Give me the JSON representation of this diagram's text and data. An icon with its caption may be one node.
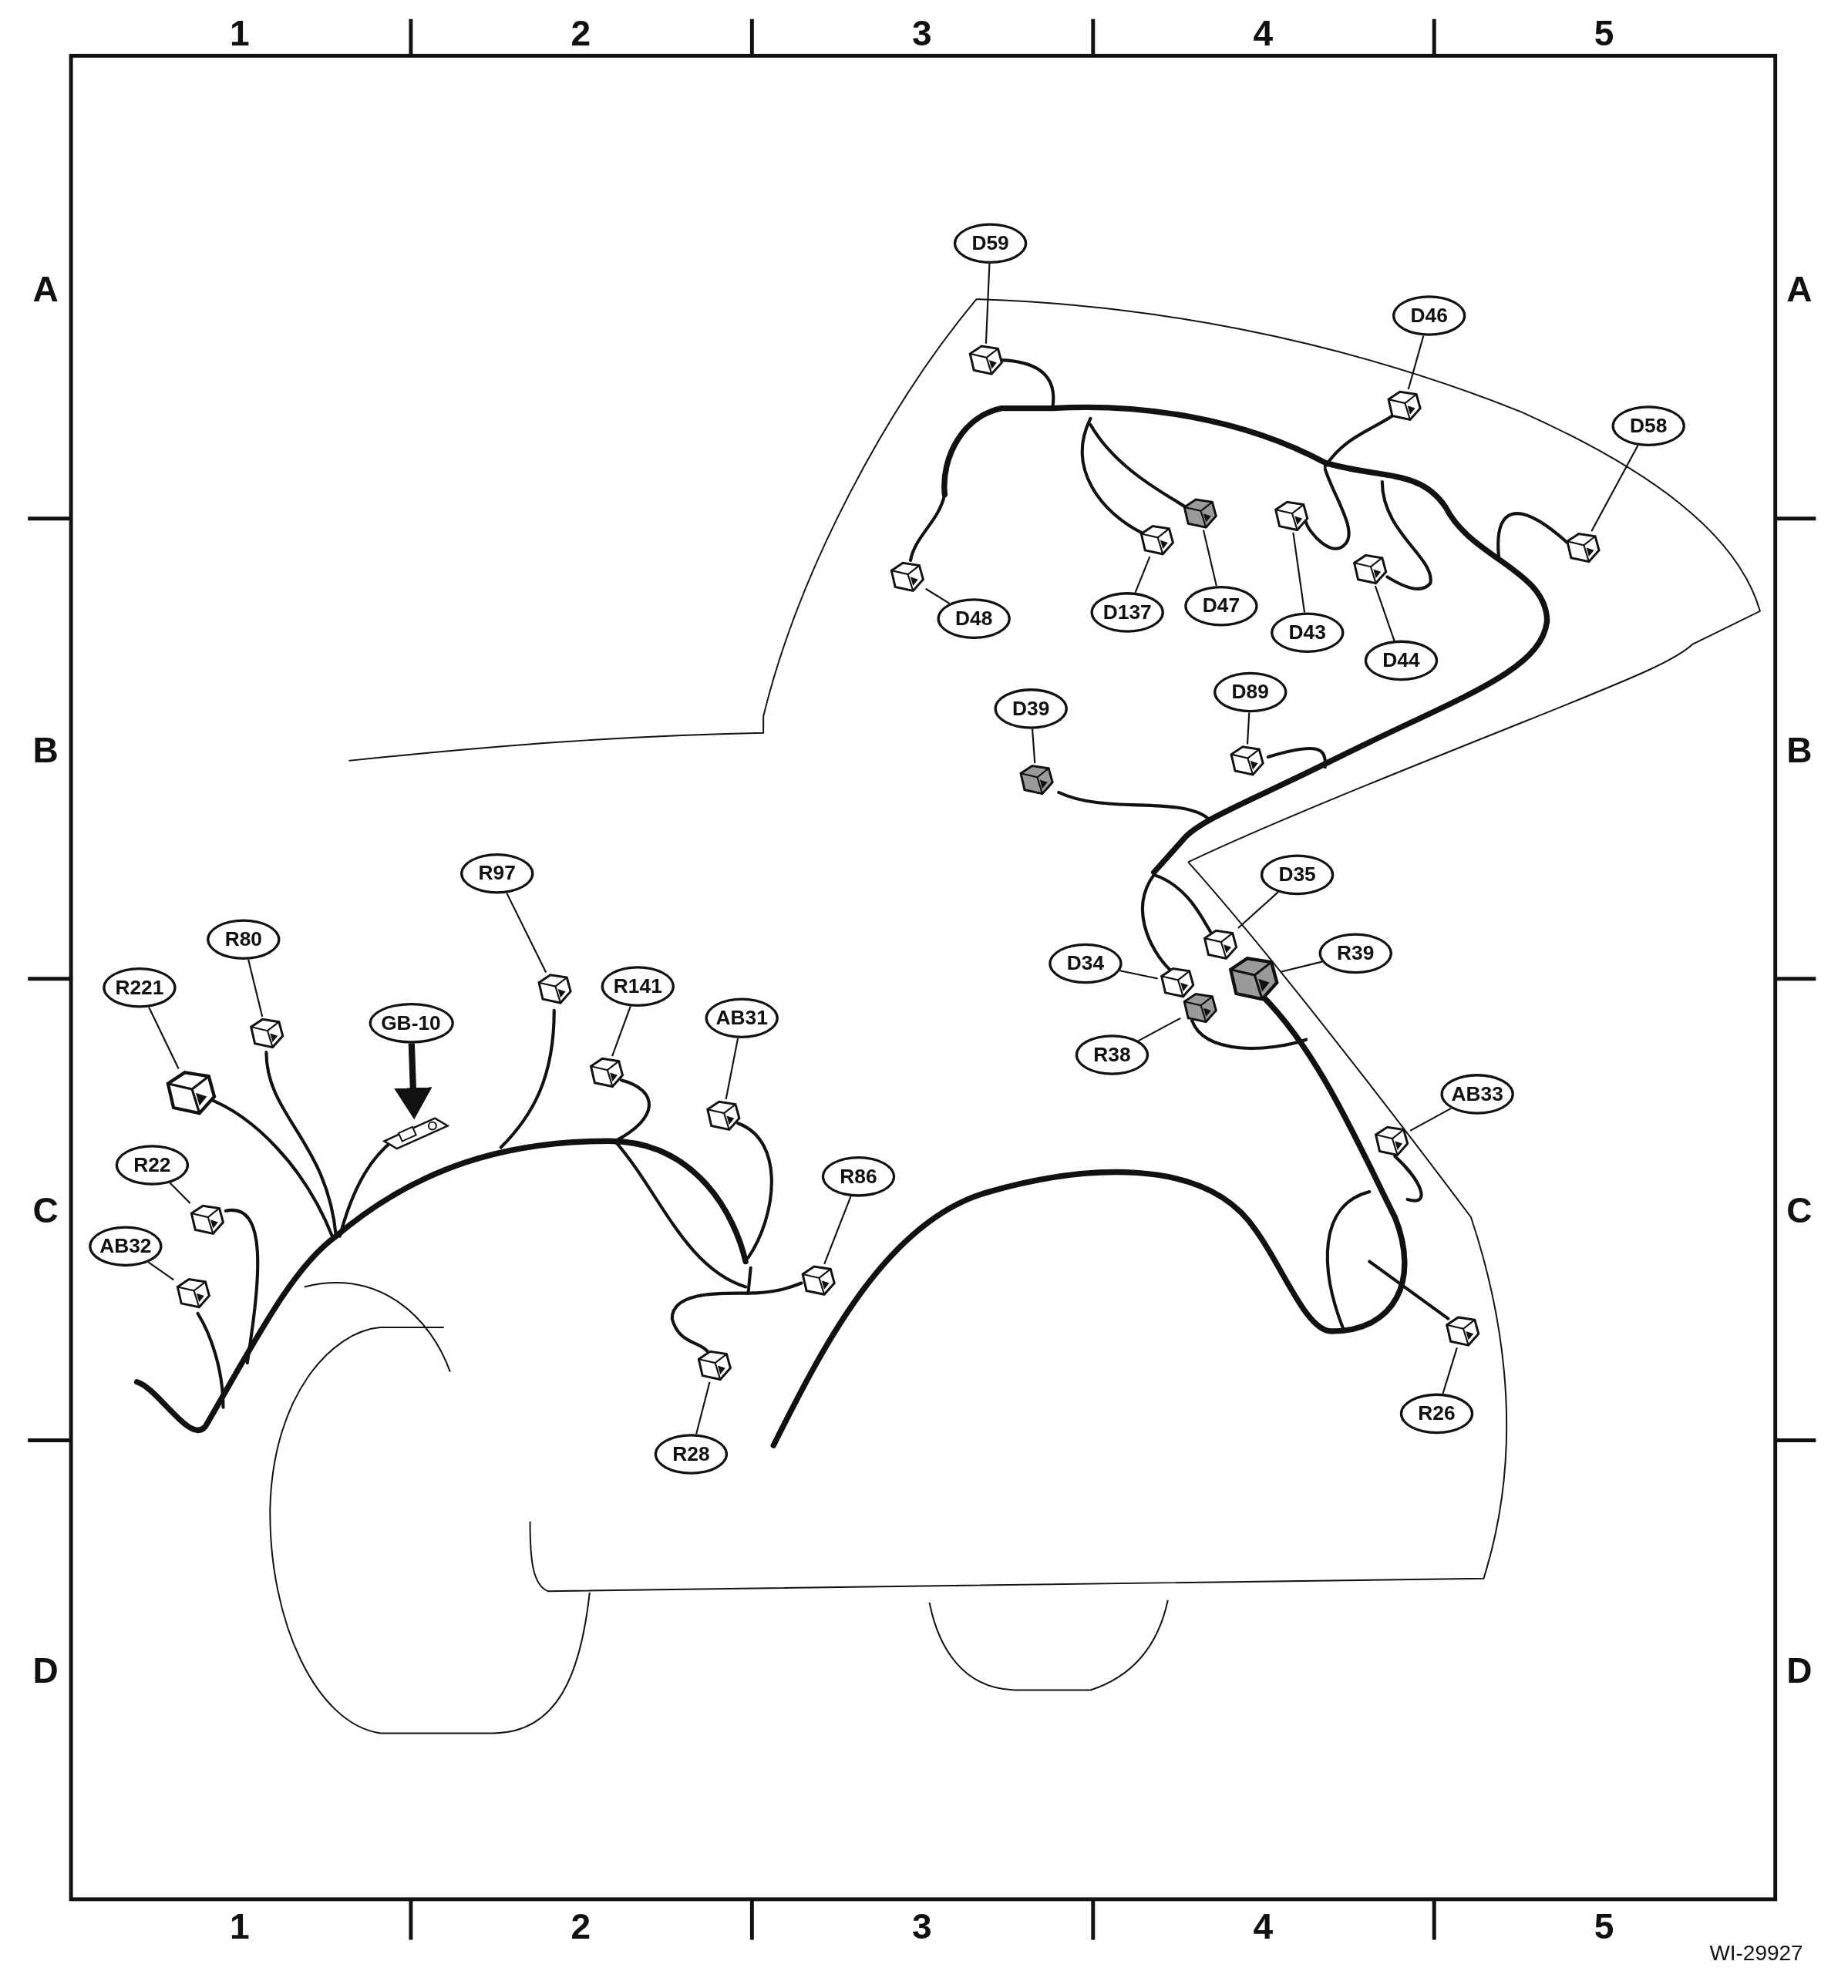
{
  "diagram": {
    "nodes": [
      {
        "text": [
          "D59"
        ]
      },
      {
        "text": [],
        "shape": "picture"
      },
      {
        "text": [
          "D46"
        ]
      },
      {
        "text": [],
        "shape": "picture"
      },
      {
        "text": [
          "D58"
        ]
      },
      {
        "text": [],
        "shape": "picture"
      },
      {
        "text": [
          "D47"
        ]
      },
      {
        "text": [],
        "shape": "picture"
      },
      {
        "text": [
          "D137"
        ]
      },
      {
        "text": [],
        "shape": "picture"
      },
      {
        "text": [
          "D48"
        ]
      },
      {
        "text": [],
        "shape": "picture"
      },
      {
        "text": [
          "D43"
        ]
      },
      {
        "text": [],
        "shape": "picture"
      },
      {
        "text": [
          "D44"
        ]
      },
      {
        "text": [],
        "shape": "picture"
      },
      {
        "text": [
          "D89"
        ]
      },
      {
        "text": [],
        "shape": "picture"
      },
      {
        "text": [
          "D39"
        ]
      },
      {
        "text": [],
        "shape": "picture"
      },
      {
        "text": [
          "R97"
        ]
      },
      {
        "text": [],
        "shape": "picture"
      },
      {
        "text": [
          "D35"
        ]
      },
      {
        "text": [],
        "shape": "picture"
      },
      {
        "text": [
          "R80"
        ]
      },
      {
        "text": [],
        "shape": "picture"
      },
      {
        "text": [
          "R39"
        ]
      },
      {
        "text": [],
        "shape": "picture"
      },
      {
        "text": [
          "D34"
        ]
      },
      {
        "text": [],
        "shape": "picture"
      },
      {
        "text": [
          "R141"
        ]
      },
      {
        "text": [],
        "shape": "picture"
      },
      {
        "text": [
          "R221"
        ]
      },
      {
        "text": [],
        "shape": "picture"
      },
      {
        "text": [
          "AB31"
        ]
      },
      {
        "text": [],
        "shape": "picture"
      },
      {
        "text": [
          "GB-10"
        ]
      },
      {
        "text": [],
        "shape": "picture"
      },
      {
        "text": [
          "R38"
        ]
      },
      {
        "text": [],
        "shape": "picture"
      },
      {
        "text": [
          "AB33"
        ]
      },
      {
        "text": [],
        "shape": "picture"
      },
      {
        "text": [
          "R22"
        ]
      },
      {
        "text": [],
        "shape": "picture"
      },
      {
        "text": [
          "R86"
        ]
      },
      {
        "text": [],
        "shape": "picture"
      },
      {
        "text": [
          "AB32"
        ]
      },
      {
        "text": [],
        "shape": "picture"
      },
      {
        "text": [
          "R26"
        ]
      },
      {
        "text": [],
        "shape": "picture"
      },
      {
        "text": [
          "R28"
        ]
      },
      {
        "text": [],
        "shape": "picture"
      }
    ],
    "edges": [
      {
        "from": 0,
        "to": 1,
        "arrow": "none"
      },
      {
        "from": 2,
        "to": 3,
        "arrow": "none"
      },
      {
        "from": 4,
        "to": 5,
        "arrow": "none"
      },
      {
        "from": 6,
        "to": 7,
        "arrow": "none"
      },
      {
        "from": 8,
        "to": 9,
        "arrow": "none"
      },
      {
        "from": 10,
        "to": 11,
        "arrow": "none"
      },
      {
        "from": 12,
        "to": 13,
        "arrow": "none"
      },
      {
        "from": 14,
        "to": 15,
        "arrow": "none"
      },
      {
        "from": 16,
        "to": 17,
        "arrow": "none"
      },
      {
        "from": 18,
        "to": 19,
        "arrow": "none"
      },
      {
        "from": 20,
        "to": 21,
        "arrow": "none"
      },
      {
        "from": 22,
        "to": 23,
        "arrow": "none"
      },
      {
        "from": 24,
        "to": 25,
        "arrow": "none"
      },
      {
        "from": 26,
        "to": 27,
        "arrow": "none"
      },
      {
        "from": 28,
        "to": 29,
        "arrow": "none"
      },
      {
        "from": 30,
        "to": 31,
        "arrow": "none"
      },
      {
        "from": 32,
        "to": 33,
        "arrow": "none"
      },
      {
        "from": 34,
        "to": 35,
        "arrow": "none"
      },
      {
        "from": 36,
        "to": 37,
        "arrow": "to",
        "style": "thick"
      },
      {
        "from": 38,
        "to": 39,
        "arrow": "none"
      },
      {
        "from": 40,
        "to": 41,
        "arrow": "none"
      },
      {
        "from": 42,
        "to": 43,
        "arrow": "none"
      },
      {
        "from": 44,
        "to": 45,
        "arrow": "none"
      },
      {
        "from": 46,
        "to": 47,
        "arrow": "none"
      },
      {
        "from": 48,
        "to": 49,
        "arrow": "none"
      },
      {
        "from": 50,
        "to": 51,
        "arrow": "none"
      }
    ],
    "labels": [
      "1",
      "2",
      "3",
      "4",
      "5",
      "A",
      "A",
      "B",
      "B",
      "C",
      "C",
      "D",
      "D",
      "1",
      "2",
      "3",
      "4",
      "5",
      "WI-29927"
    ]
  }
}
